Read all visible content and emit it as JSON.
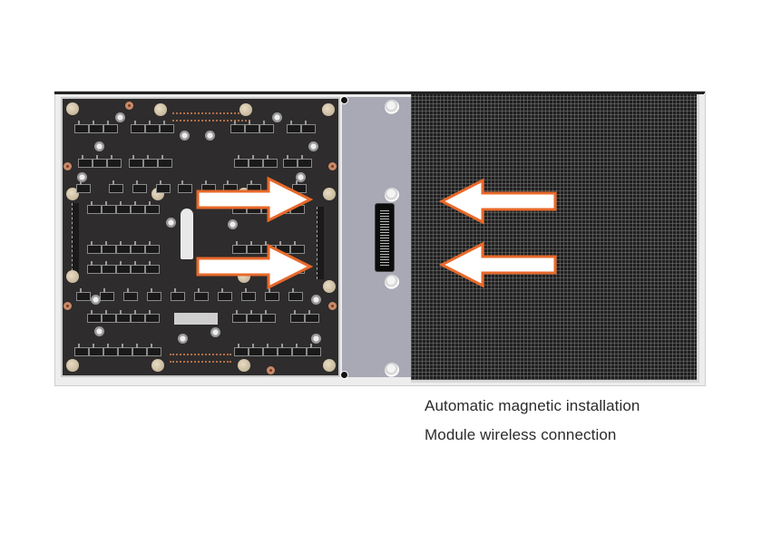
{
  "image": {
    "subject": "LED display module front and back with magnetic carrier",
    "components": {
      "pcb_back": "LED module rear PCB with driver chips",
      "carrier_plate": "Gray mounting plate with connector",
      "led_panel": "LED pixel matrix front face"
    },
    "arrows": {
      "left_pair_direction": "right",
      "right_pair_direction": "left",
      "fill_color": "#ffffff",
      "outline_color": "#e8692a"
    }
  },
  "caption": {
    "line1": "Automatic magnetic installation",
    "line2": "Module wireless connection"
  },
  "colors": {
    "pcb": "#2e2c2c",
    "carrier": "#a9a9b5",
    "panel": "#1f1f1f",
    "arrow_outline": "#e8692a"
  }
}
